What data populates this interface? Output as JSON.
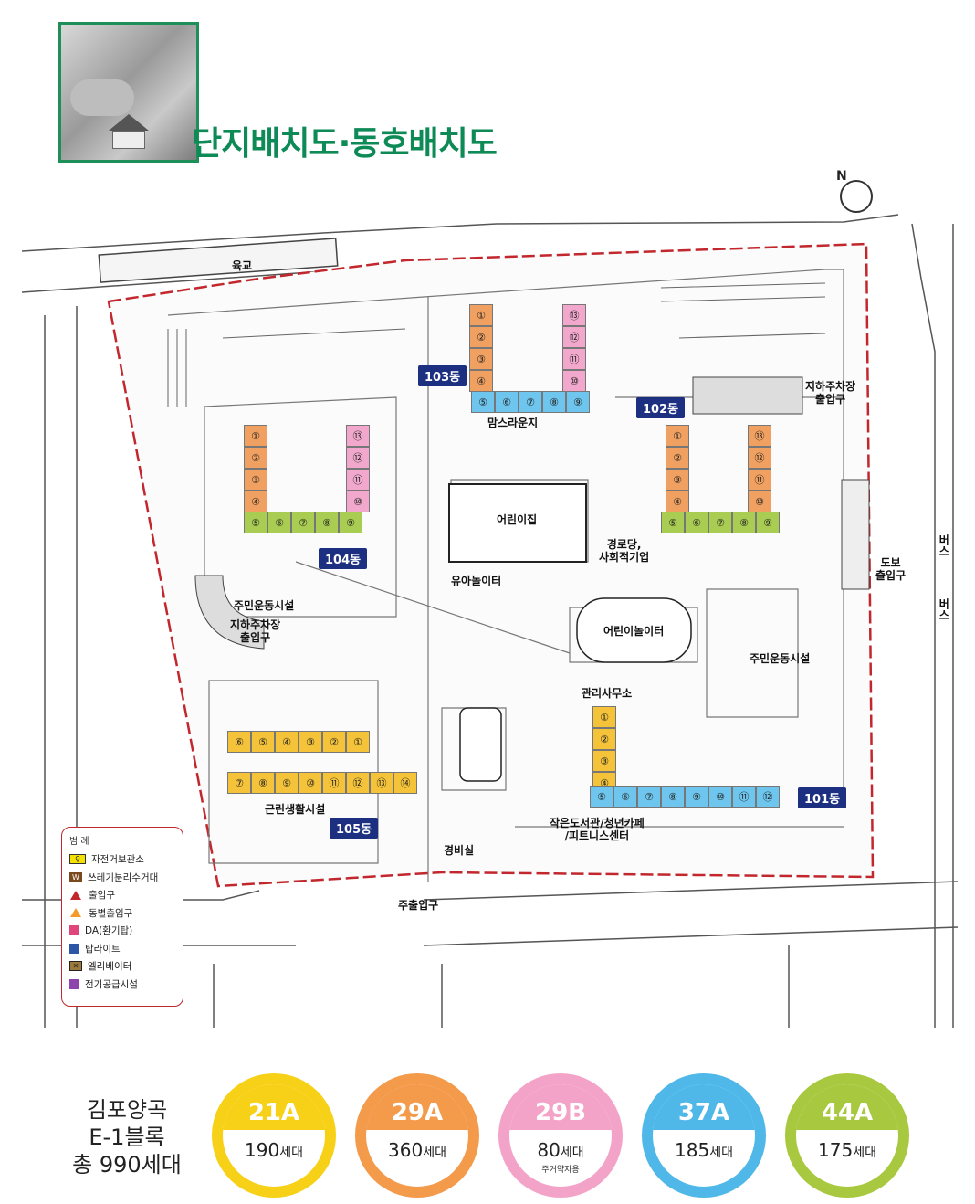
{
  "header": {
    "title": "단지배치도·동호배치도"
  },
  "map": {
    "compass_label": "N",
    "labels": {
      "overpass": "육교",
      "mom_lounge": "맘스라운지",
      "daycare": "어린이집",
      "toddler_playground": "유아놀이터",
      "kids_playground": "어린이놀이터",
      "senior_center": "경로당,\n사회적기업",
      "fitness_west": "주민운동시설",
      "parking_entrance_west": "지하주차장\n출입구",
      "parking_entrance_east": "지하주차장\n출입구",
      "fitness_east": "주민운동시설",
      "management_office": "관리사무소",
      "library": "작은도서관/청년카페\n/피트니스센터",
      "neighborhood_facility": "근린생활시설",
      "guard_room": "경비실",
      "main_entrance": "주출입구",
      "walk_entrance": "도보\n출입구",
      "bus_1": "버스",
      "bus_2": "버스"
    },
    "buildings": {
      "b101": "101동",
      "b102": "102동",
      "b103": "103동",
      "b104": "104동",
      "b105": "105동"
    },
    "units": {
      "b103_left": [
        "①",
        "②",
        "③",
        "④"
      ],
      "b103_right": [
        "⑬",
        "⑫",
        "⑪",
        "⑩"
      ],
      "b103_row": [
        "⑤",
        "⑥",
        "⑦",
        "⑧",
        "⑨"
      ],
      "b104_left": [
        "①",
        "②",
        "③",
        "④"
      ],
      "b104_right": [
        "⑬",
        "⑫",
        "⑪",
        "⑩"
      ],
      "b104_row": [
        "⑤",
        "⑥",
        "⑦",
        "⑧",
        "⑨"
      ],
      "b102_left": [
        "①",
        "②",
        "③",
        "④"
      ],
      "b102_right": [
        "⑬",
        "⑫",
        "⑪",
        "⑩"
      ],
      "b102_row": [
        "⑤",
        "⑥",
        "⑦",
        "⑧",
        "⑨"
      ],
      "b101_col": [
        "①",
        "②",
        "③",
        "④"
      ],
      "b101_row": [
        "⑤",
        "⑥",
        "⑦",
        "⑧",
        "⑨",
        "⑩",
        "⑪",
        "⑫"
      ],
      "b105_top": [
        "⑥",
        "⑤",
        "④",
        "③",
        "②",
        "①"
      ],
      "b105_bottom": [
        "⑦",
        "⑧",
        "⑨",
        "⑩",
        "⑪",
        "⑫",
        "⑬",
        "⑭"
      ]
    }
  },
  "legend": {
    "title": "범 례",
    "items": [
      {
        "label": "자전거보관소",
        "icon": "bicycle-icon",
        "color": "#f5e100"
      },
      {
        "label": "쓰레기분리수거대",
        "icon": "waste-icon",
        "color": "#7a4a1e"
      },
      {
        "label": "출입구",
        "icon": "triangle-icon",
        "color": "#c1272d"
      },
      {
        "label": "동별출입구",
        "icon": "triangle-icon",
        "color": "#f39a2b"
      },
      {
        "label": "DA(환기탑)",
        "icon": "square-icon",
        "color": "#e0457b"
      },
      {
        "label": "탑라이트",
        "icon": "square-icon",
        "color": "#2d56a8"
      },
      {
        "label": "엘리베이터",
        "icon": "elevator-icon",
        "color": "#9c7a3c"
      },
      {
        "label": "전기공급시설",
        "icon": "square-icon",
        "color": "#8e44ad"
      }
    ]
  },
  "summary": {
    "line1": "김포양곡",
    "line2": "E-1블록",
    "line3": "총 990세대"
  },
  "unit_types": [
    {
      "name": "21A",
      "count": "190",
      "suffix": "세대",
      "note": "",
      "color": "#f7d117"
    },
    {
      "name": "29A",
      "count": "360",
      "suffix": "세대",
      "note": "",
      "color": "#f39a4b"
    },
    {
      "name": "29B",
      "count": "80",
      "suffix": "세대",
      "note": "주거약자용",
      "color": "#f4a3c8"
    },
    {
      "name": "37A",
      "count": "185",
      "suffix": "세대",
      "note": "",
      "color": "#4fb8e8"
    },
    {
      "name": "44A",
      "count": "175",
      "suffix": "세대",
      "note": "",
      "color": "#a8c93f"
    }
  ],
  "colors": {
    "21A": "#f4c33a",
    "29A": "#f0a060",
    "29B": "#f1a8cc",
    "37A": "#6ec6ee",
    "44A": "#a9cc52",
    "boundary": "#c1272d",
    "brand": "#0e8a56"
  }
}
